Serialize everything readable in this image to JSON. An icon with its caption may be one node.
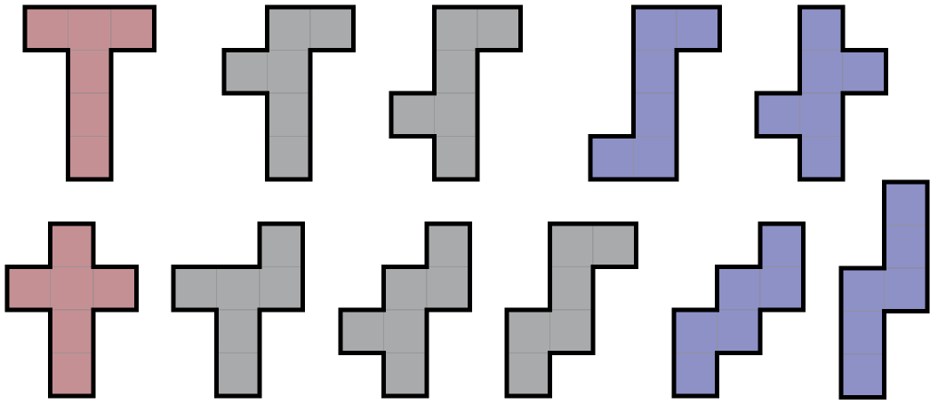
{
  "diagram": {
    "nodes": [
      {
        "text": [],
        "shape": "hexomino"
      },
      {
        "text": [],
        "shape": "hexomino"
      },
      {
        "text": [],
        "shape": "hexomino"
      },
      {
        "text": [],
        "shape": "hexomino"
      },
      {
        "text": [],
        "shape": "hexomino"
      },
      {
        "text": [],
        "shape": "hexomino"
      },
      {
        "text": [],
        "shape": "hexomino"
      },
      {
        "text": [],
        "shape": "hexomino"
      },
      {
        "text": [],
        "shape": "hexomino"
      },
      {
        "text": [],
        "shape": "hexomino"
      },
      {
        "text": [],
        "shape": "hexomino"
      }
    ]
  }
}
